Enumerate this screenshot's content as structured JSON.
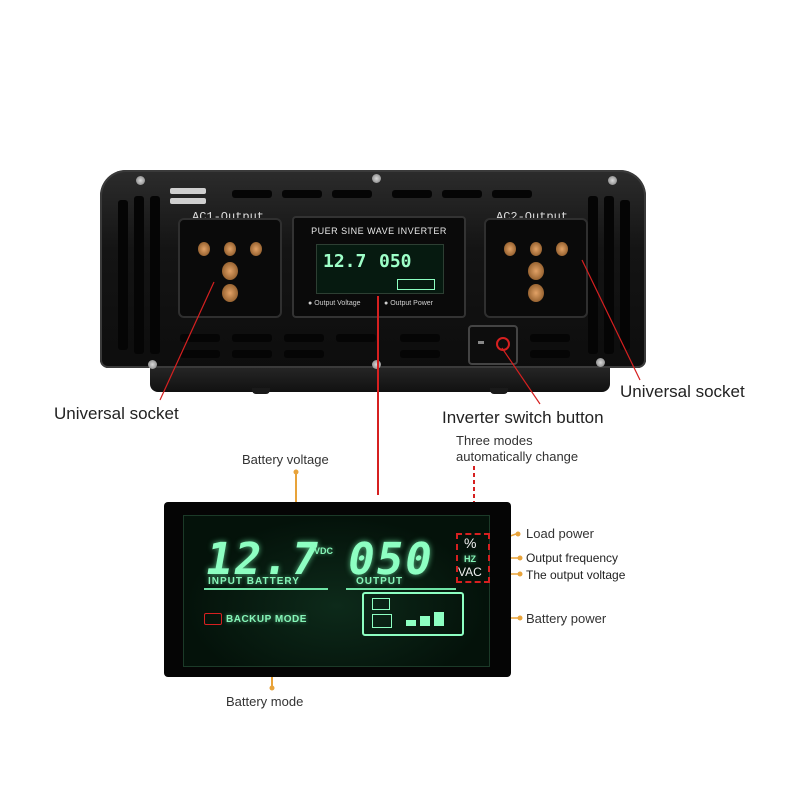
{
  "inverter": {
    "ac1_label": "AC1-Output",
    "ac2_label": "AC2-Output",
    "panel_title": "PUER SINE WAVE INVERTER",
    "mini_lcd_battery": "12.7",
    "mini_lcd_output": "050",
    "legend_output_voltage": "Output Voltage",
    "legend_output_power": "Output Power"
  },
  "callouts": {
    "universal_socket_left": "Universal socket",
    "universal_socket_right": "Universal socket",
    "inverter_switch": "Inverter switch button",
    "battery_voltage": "Battery voltage",
    "three_modes_line1": "Three modes",
    "three_modes_line2": "automatically change",
    "load_power": "Load power",
    "output_frequency": "Output frequency",
    "output_voltage": "The output voltage",
    "battery_power": "Battery power",
    "battery_mode": "Battery mode"
  },
  "display": {
    "battery_value": "12.7",
    "battery_unit": "VDC",
    "output_value": "050",
    "input_battery_label": "INPUT BATTERY",
    "output_label": "OUTPUT",
    "backup_mode_label": "BACKUP MODE",
    "unit_percent": "%",
    "unit_hz": "HZ",
    "unit_vac": "VAC"
  },
  "colors": {
    "lcd_green": "#8dffc2",
    "callout_line": "#e8a33a",
    "red_leader": "#d62020"
  }
}
